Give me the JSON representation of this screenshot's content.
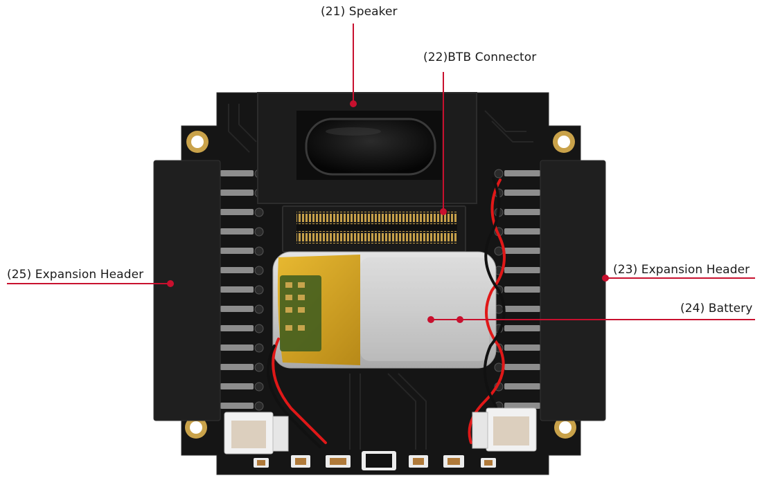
{
  "callouts": {
    "speaker": "(21) Speaker",
    "btb_connector": "(22)BTB Connector",
    "expansion_header_right": "(23) Expansion Header",
    "battery": "(24) Battery",
    "expansion_header_left": "(25) Expansion Header"
  },
  "colors": {
    "callout_line": "#c8102e",
    "pcb": "#151515",
    "header_block": "#1e1e1e",
    "gold_pad": "#c9a24a",
    "battery_silver": "#cfcfcf",
    "kapton_yellow": "#d9a81c"
  }
}
